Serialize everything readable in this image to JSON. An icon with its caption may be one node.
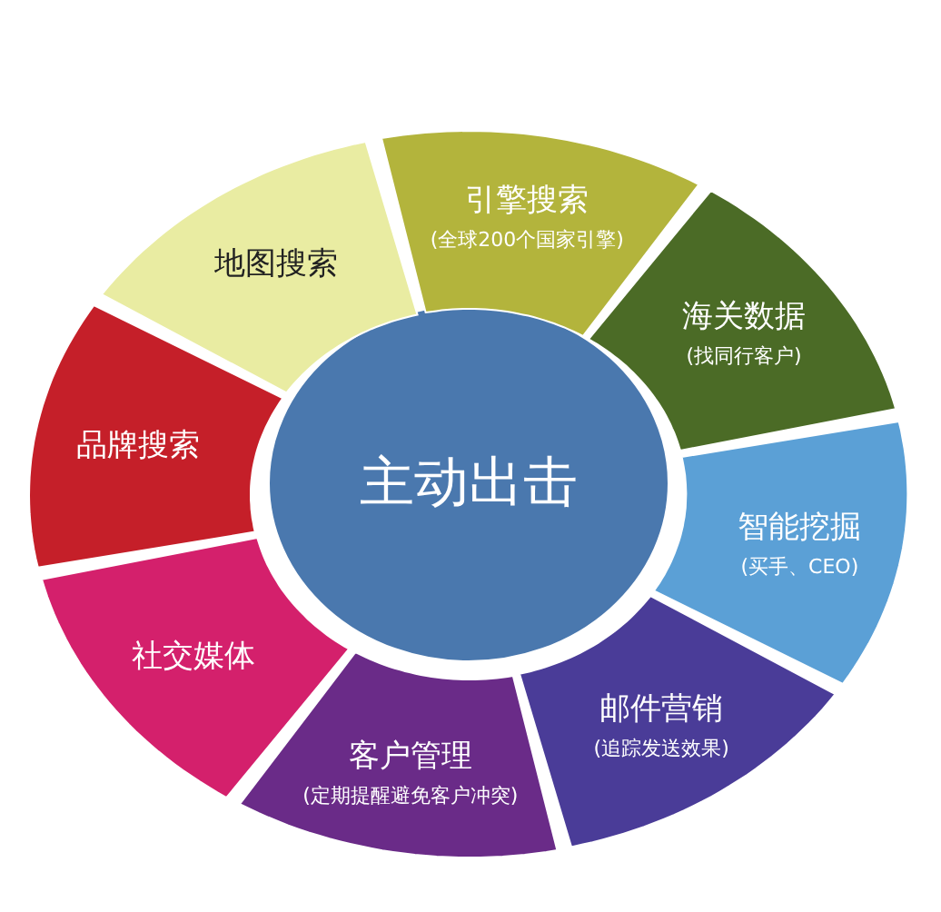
{
  "diagram": {
    "nodes": [
      {
        "text": [
          "主动出击"
        ]
      },
      {
        "text": [
          "引擎搜索",
          "(全球200个国家引擎)"
        ]
      },
      {
        "text": [
          "海关数据",
          "(找同行客户)"
        ]
      },
      {
        "text": [
          "智能挖掘",
          "(买手、CEO)"
        ]
      },
      {
        "text": [
          "邮件营销",
          "(追踪发送效果)"
        ]
      },
      {
        "text": [
          "客户管理",
          "(定期提醒避免客户冲突)"
        ]
      },
      {
        "text": [
          "社交媒体"
        ]
      },
      {
        "text": [
          "品牌搜索"
        ]
      },
      {
        "text": [
          "地图搜索"
        ]
      }
    ]
  }
}
